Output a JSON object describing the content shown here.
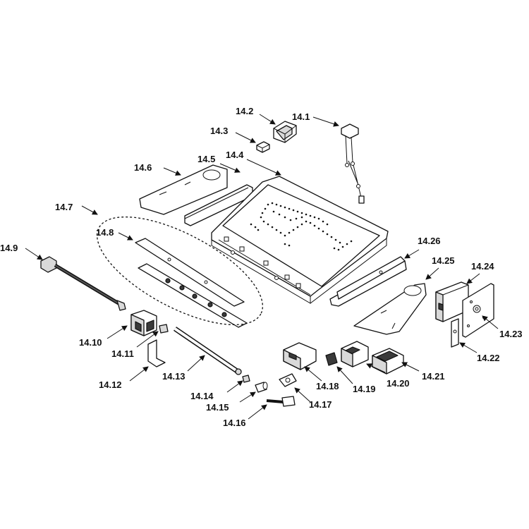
{
  "labels": {
    "p14_1": "14.1",
    "p14_2": "14.2",
    "p14_3": "14.3",
    "p14_4": "14.4",
    "p14_5": "14.5",
    "p14_6": "14.6",
    "p14_7": "14.7",
    "p14_8": "14.8",
    "p14_9": "14.9",
    "p14_10": "14.10",
    "p14_11": "14.11",
    "p14_12": "14.12",
    "p14_13": "14.13",
    "p14_14": "14.14",
    "p14_15": "14.15",
    "p14_16": "14.16",
    "p14_17": "14.17",
    "p14_18": "14.18",
    "p14_19": "14.19",
    "p14_20": "14.20",
    "p14_21": "14.21",
    "p14_22": "14.22",
    "p14_23": "14.23",
    "p14_24": "14.24",
    "p14_25": "14.25",
    "p14_26": "14.26"
  },
  "colors": {
    "line": "#111111",
    "background": "#ffffff",
    "part_fill": "#ffffff",
    "part_shade": "#d9d9d9"
  }
}
